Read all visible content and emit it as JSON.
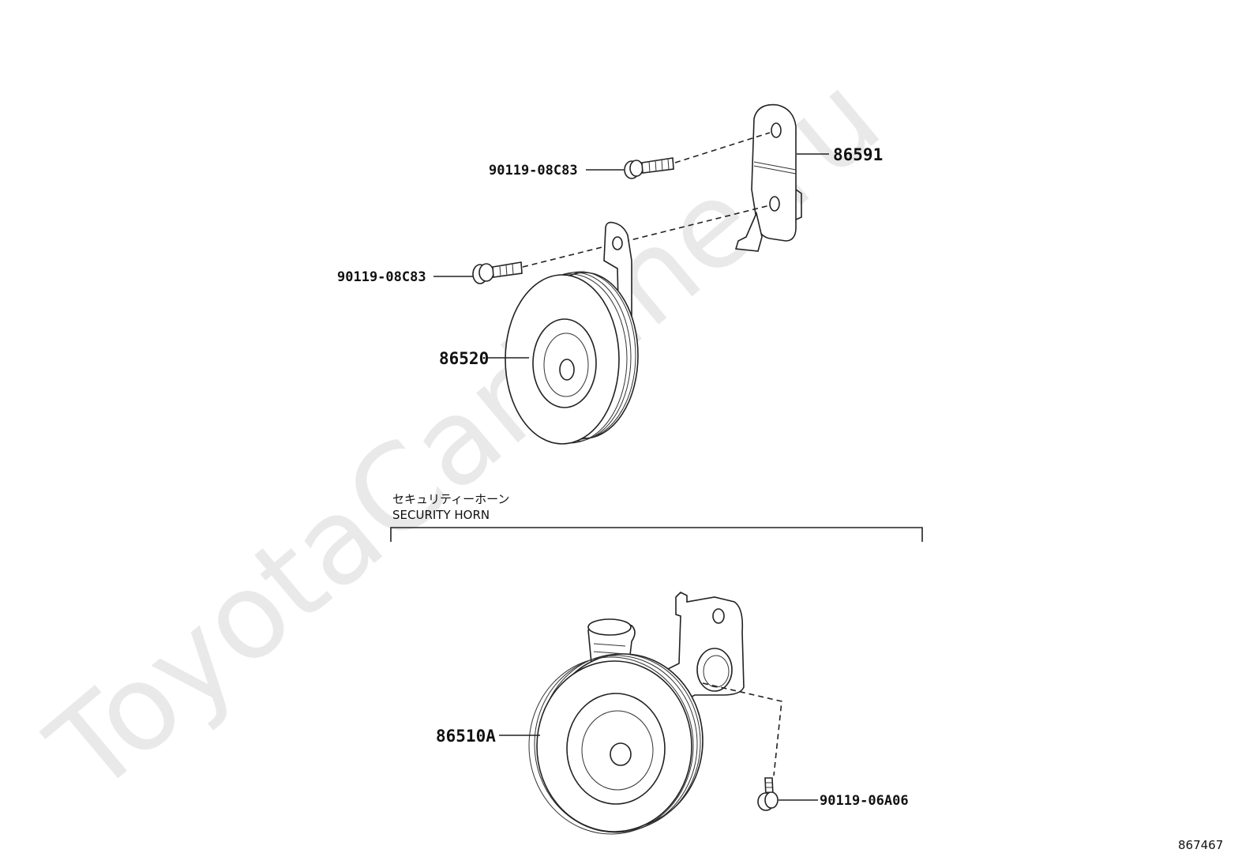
{
  "watermark": "ToyotaCarMine.ru",
  "labels": {
    "bolt_upper": "90119-08C83",
    "bolt_middle": "90119-08C83",
    "bracket": "86591",
    "horn_upper": "86520",
    "horn_lower": "86510A",
    "bolt_lower": "90119-06A06"
  },
  "section": {
    "title_jp": "セキュリティーホーン",
    "title_en": "SECURITY HORN"
  },
  "figure_code": "867467"
}
